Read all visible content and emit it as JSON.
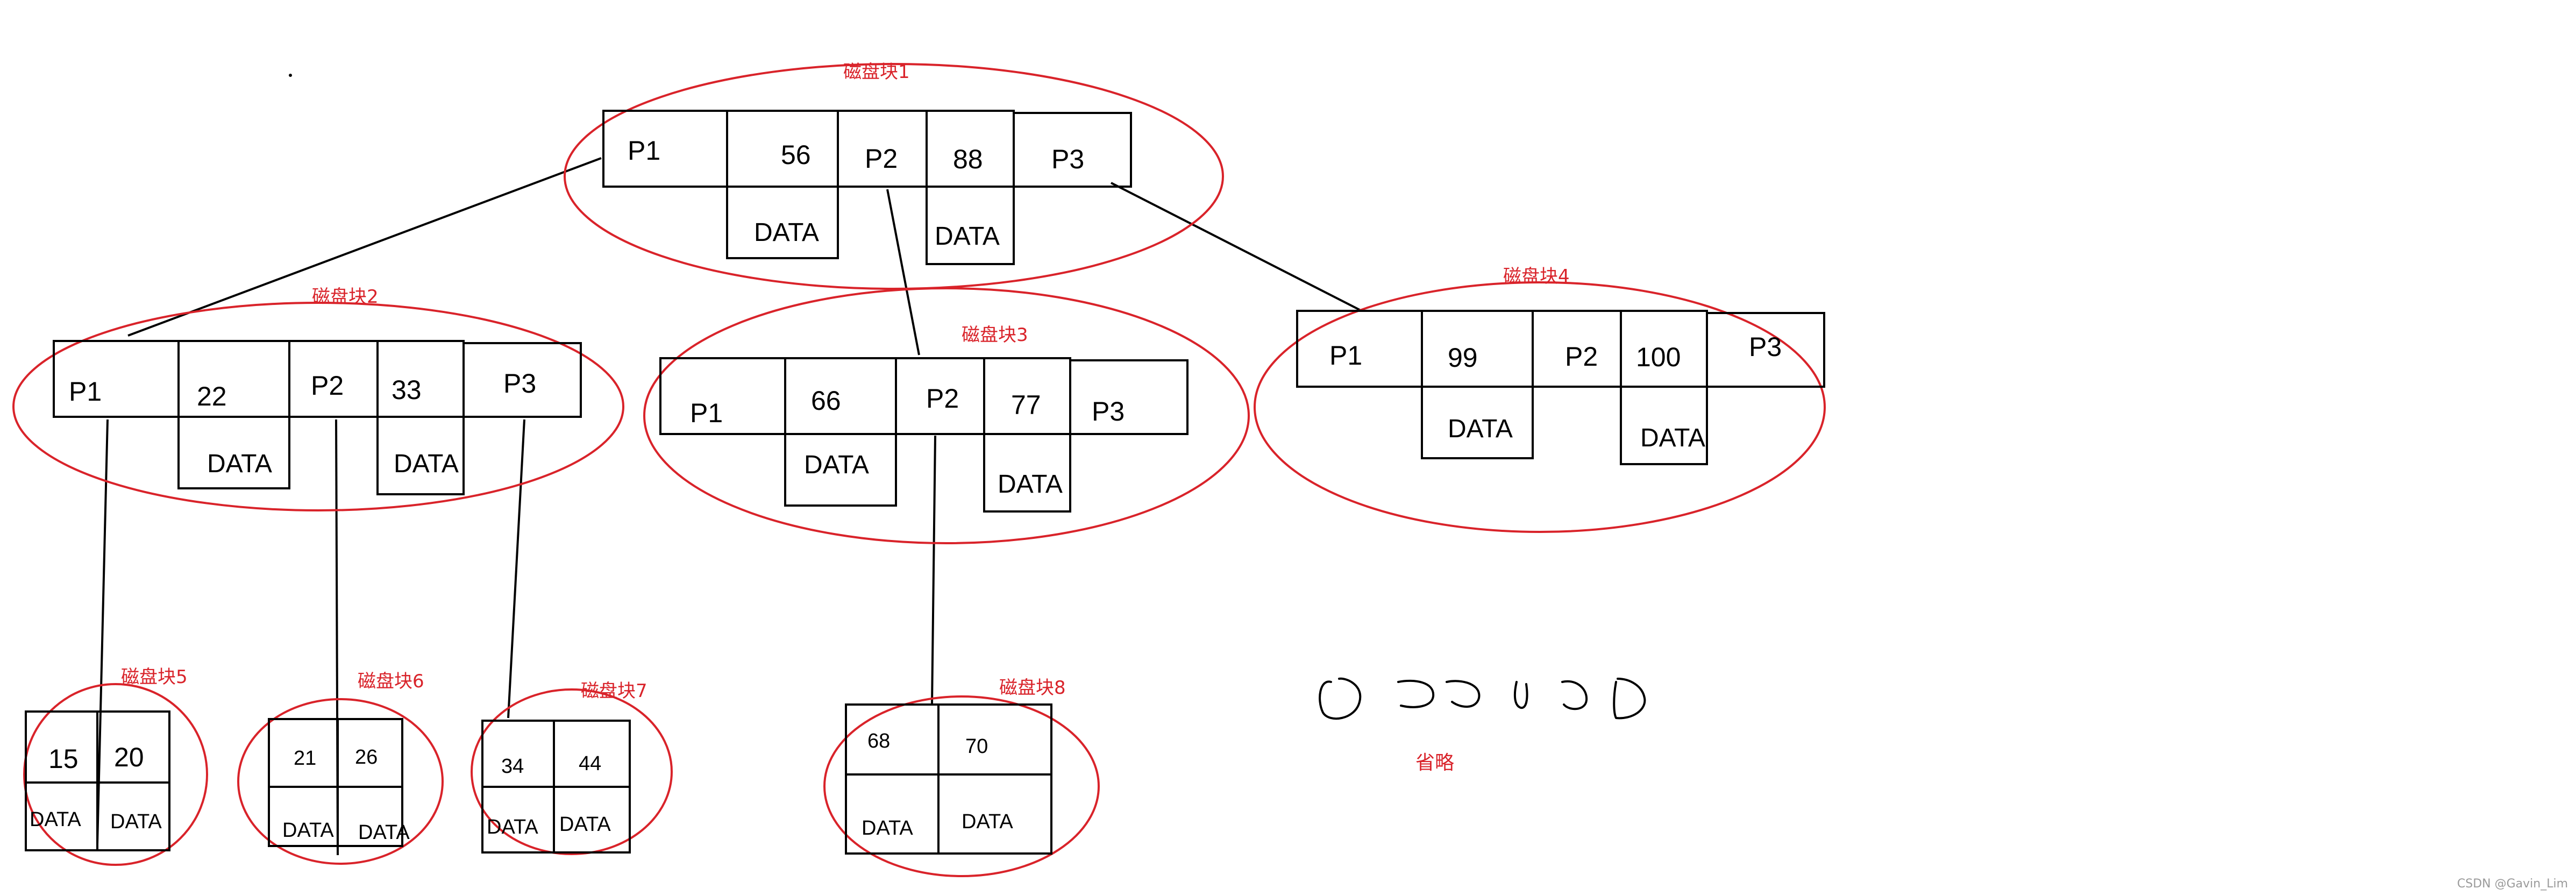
{
  "nodes": {
    "n1": {
      "label": "磁盘块1",
      "cells": [
        "P1",
        "56",
        "P2",
        "88",
        "P3"
      ],
      "data": [
        "DATA",
        "DATA"
      ]
    },
    "n2": {
      "label": "磁盘块2",
      "cells": [
        "P1",
        "22",
        "P2",
        "33",
        "P3"
      ],
      "data": [
        "DATA",
        "DATA"
      ]
    },
    "n3": {
      "label": "磁盘块3",
      "cells": [
        "P1",
        "66",
        "P2",
        "77",
        "P3"
      ],
      "data": [
        "DATA",
        "DATA"
      ]
    },
    "n4": {
      "label": "磁盘块4",
      "cells": [
        "P1",
        "99",
        "P2",
        "100",
        "P3"
      ],
      "data": [
        "DATA",
        "DATA"
      ]
    },
    "l5": {
      "label": "磁盘块5",
      "keys": [
        "15",
        "20"
      ],
      "data": [
        "DATA",
        "DATA"
      ]
    },
    "l6": {
      "label": "磁盘块6",
      "keys": [
        "21",
        "26"
      ],
      "data": [
        "DATA",
        "DATA"
      ]
    },
    "l7": {
      "label": "磁盘块7",
      "keys": [
        "34",
        "44"
      ],
      "data": [
        "DATA",
        "DATA"
      ]
    },
    "l8": {
      "label": "磁盘块8",
      "keys": [
        "68",
        "70"
      ],
      "data": [
        "DATA",
        "DATA"
      ]
    }
  },
  "omitted": "省略",
  "watermark": "CSDN @Gavin_Lim"
}
